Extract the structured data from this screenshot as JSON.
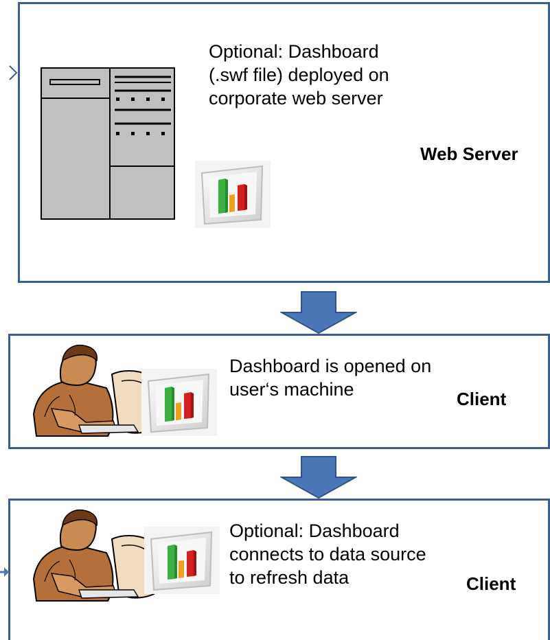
{
  "stages": [
    {
      "id": "web-server",
      "description_lines": [
        "Optional: Dashboard",
        "(.swf file) deployed on",
        "corporate web server"
      ],
      "role": "Web Server"
    },
    {
      "id": "client-open",
      "description_lines": [
        "Dashboard is opened on",
        "user‘s machine"
      ],
      "role": "Client"
    },
    {
      "id": "client-refresh",
      "description_lines": [
        "Optional: Dashboard",
        "connects to data source",
        "to refresh data"
      ],
      "role": "Client"
    }
  ],
  "colors": {
    "panel_border": "#3a5f93",
    "arrow_fill": "#4a78b6",
    "arrow_stroke": "#2e5289",
    "server_fill": "#c0c0c0",
    "chart_bar_green": "#3cb043",
    "chart_bar_orange": "#f0a020",
    "chart_bar_red": "#d21f1f"
  },
  "icons": [
    "server-rack-icon",
    "dashboard-chart-icon",
    "user-at-computer-icon",
    "down-arrow-icon"
  ]
}
